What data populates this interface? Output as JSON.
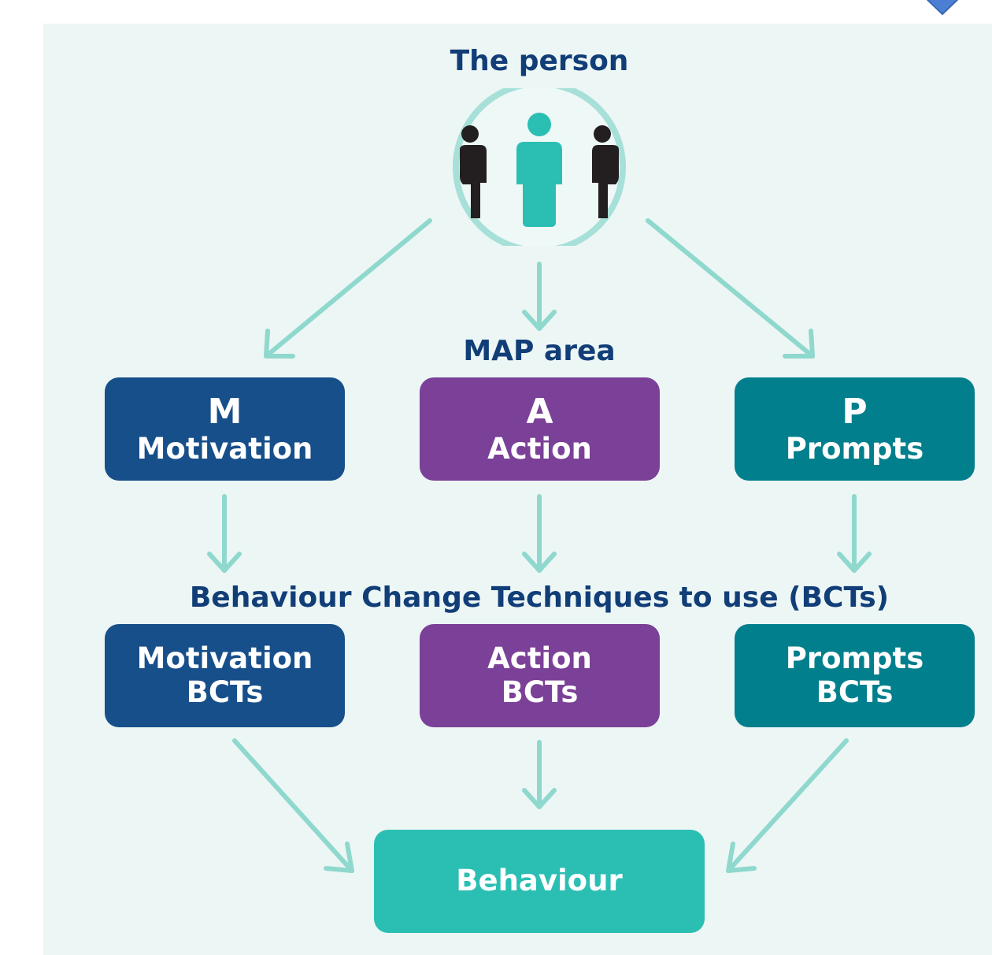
{
  "colors": {
    "panel_bg": "#ecf6f5",
    "heading": "#123e78",
    "motivation": "#174f8a",
    "action": "#7b4097",
    "prompts": "#017f8d",
    "behaviour": "#2bbfb3",
    "arrow": "#8fd8cd",
    "person_teal": "#2bbfb3",
    "person_dark": "#231f20"
  },
  "diagram": {
    "title": "The person",
    "person_icon": "people-group-icon",
    "map_label": "MAP area",
    "map_boxes": [
      {
        "letter": "M",
        "word": "Motivation"
      },
      {
        "letter": "A",
        "word": "Action"
      },
      {
        "letter": "P",
        "word": "Prompts"
      }
    ],
    "bct_label": "Behaviour Change Techniques to use (BCTs)",
    "bct_boxes": [
      {
        "line1": "Motivation",
        "line2": "BCTs"
      },
      {
        "line1": "Action",
        "line2": "BCTs"
      },
      {
        "line1": "Prompts",
        "line2": "BCTs"
      }
    ],
    "outcome": "Behaviour"
  }
}
